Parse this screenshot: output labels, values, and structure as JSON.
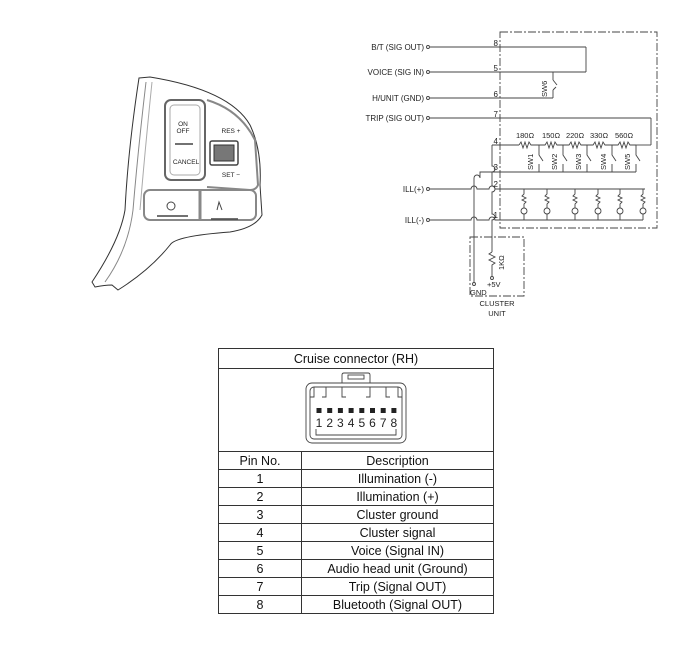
{
  "schematic": {
    "left_labels": [
      "B/T (SIG OUT)",
      "VOICE (SIG IN)",
      "H/UNIT (GND)",
      "TRIP (SIG OUT)",
      "ILL(+)",
      "ILL(-)"
    ],
    "pins": [
      "8",
      "5",
      "6",
      "7",
      "4",
      "3",
      "2",
      "1"
    ],
    "resistors": [
      "180Ω",
      "150Ω",
      "220Ω",
      "330Ω",
      "560Ω"
    ],
    "switches": [
      "SW1",
      "SW2",
      "SW3",
      "SW4",
      "SW5"
    ],
    "sw6": "SW6",
    "cluster_resistor": "1KΩ",
    "cluster_supply": "+5V",
    "cluster_gnd": "GND",
    "cluster_label_1": "CLUSTER",
    "cluster_label_2": "UNIT"
  },
  "switch_panel": {
    "buttons": [
      "ON",
      "OFF",
      "CANCEL",
      "RES +",
      "SET −"
    ]
  },
  "connector_table": {
    "title": "Cruise connector (RH)",
    "connector_pins": [
      "1",
      "2",
      "3",
      "4",
      "5",
      "6",
      "7",
      "8"
    ],
    "headers": [
      "Pin No.",
      "Description"
    ],
    "rows": [
      {
        "pin": "1",
        "desc": "Illumination (-)"
      },
      {
        "pin": "2",
        "desc": "Illumination (+)"
      },
      {
        "pin": "3",
        "desc": "Cluster ground"
      },
      {
        "pin": "4",
        "desc": "Cluster signal"
      },
      {
        "pin": "5",
        "desc": "Voice (Signal IN)"
      },
      {
        "pin": "6",
        "desc": "Audio head unit (Ground)"
      },
      {
        "pin": "7",
        "desc": "Trip (Signal OUT)"
      },
      {
        "pin": "8",
        "desc": "Bluetooth (Signal OUT)"
      }
    ]
  }
}
